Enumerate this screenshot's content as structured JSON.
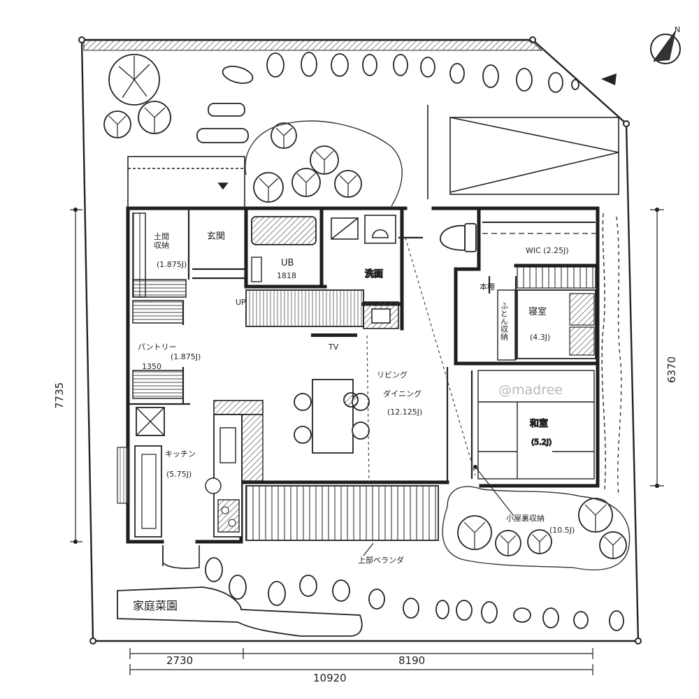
{
  "rooms": {
    "entrance": "玄関",
    "shoe_storage": "土間\n収納",
    "shoe_storage_area": "(1.875J)",
    "unit_bath": "UB",
    "unit_bath_size": "1818",
    "washroom": "洗面",
    "wic": "WIC (2.25J)",
    "bookshelf": "本棚",
    "futon_storage": "ふとん収納",
    "bedroom": "寝室",
    "bedroom_area": "(4.3J)",
    "pantry": "パントリー",
    "pantry_area": "(1.875J)",
    "pantry_width": "1350",
    "living": "リビング",
    "dining": "ダイニング",
    "living_area": "(12.125J)",
    "japanese_room": "和室",
    "japanese_room_area": "(5.2J)",
    "kitchen": "キッチン",
    "kitchen_area": "(5.75J)",
    "attic_storage": "小屋裏収納",
    "attic_storage_area": "(10.5J)",
    "veranda": "上部ベランダ",
    "garden": "家庭菜園",
    "tv": "TV",
    "stair_up": "UP"
  },
  "dimensions": {
    "left_height": "7735",
    "right_height": "6370",
    "bottom_left": "2730",
    "bottom_right": "8190",
    "bottom_total": "10920"
  },
  "compass": {
    "north_label": "N"
  },
  "watermark": "@madree",
  "colors": {
    "ink": "#1e1e1e",
    "wall": "#222222",
    "hatch": "#555555",
    "paper": "#ffffff",
    "watermark": "#b8b8b8"
  }
}
